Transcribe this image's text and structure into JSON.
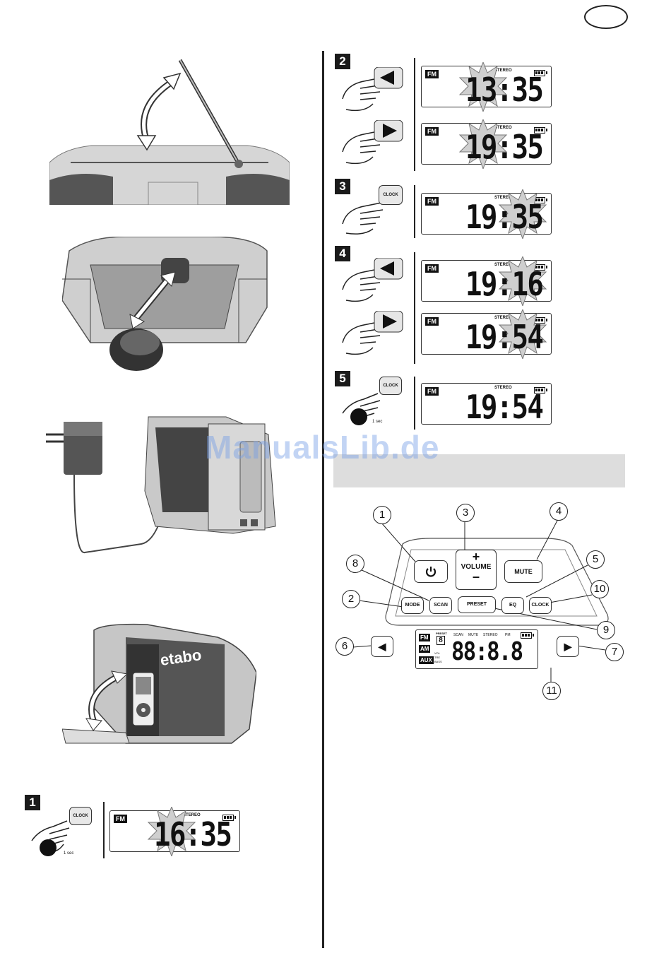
{
  "page": {
    "watermark": "ManualsLib.de"
  },
  "steps": [
    {
      "num": "1",
      "display": {
        "band": "FM",
        "stereo": "STEREO",
        "digits": "16:35"
      },
      "button": "CLOCK",
      "hold": "1 sec"
    },
    {
      "num": "2",
      "displays": [
        {
          "band": "FM",
          "stereo": "STEREO",
          "digits": "13:35"
        },
        {
          "band": "FM",
          "stereo": "STEREO",
          "digits": "19:35"
        }
      ]
    },
    {
      "num": "3",
      "display": {
        "band": "FM",
        "stereo": "STEREO",
        "digits": "19:35"
      },
      "button": "CLOCK"
    },
    {
      "num": "4",
      "displays": [
        {
          "band": "FM",
          "stereo": "STEREO",
          "digits": "19:16"
        },
        {
          "band": "FM",
          "stereo": "STEREO",
          "digits": "19:54"
        }
      ]
    },
    {
      "num": "5",
      "display": {
        "band": "FM",
        "stereo": "STEREO",
        "digits": "19:54"
      },
      "button": "CLOCK",
      "hold": "1 sec"
    }
  ],
  "radio_brand": "etabo",
  "panel": {
    "buttons": {
      "volume": "VOLUME",
      "vol_plus": "+",
      "vol_minus": "–",
      "mute": "MUTE",
      "mode": "MODE",
      "scan": "SCAN",
      "preset": "PRESET",
      "eq": "EQ",
      "clock": "CLOCK",
      "left": "◀",
      "right": "▶"
    },
    "callouts": [
      "1",
      "2",
      "3",
      "4",
      "5",
      "6",
      "7",
      "8",
      "9",
      "10",
      "11"
    ],
    "display": {
      "fm": "FM",
      "am": "AM",
      "aux": "AUX",
      "preset": "PRESET",
      "preset_digit": "8",
      "scan": "SCAN",
      "mute": "MUTE",
      "stereo": "STEREO",
      "pm": "PM",
      "vol": "VOL",
      "treb": "TRE",
      "bass": "BASS",
      "digits": "88:8.8"
    }
  }
}
